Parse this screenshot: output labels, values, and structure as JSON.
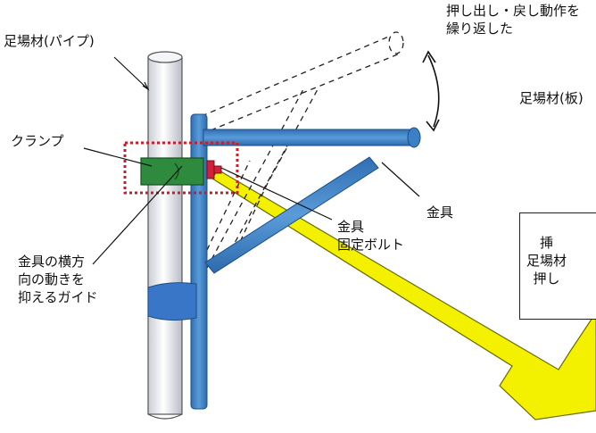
{
  "labels": {
    "action_line1": "押し出し・戻し動作を",
    "action_line2": "繰り返した",
    "pipe": "足場材(パイプ)",
    "plank": "足場材(板)",
    "clamp": "クランプ",
    "bracket": "金具",
    "bolt_line1": "金具",
    "bolt_line2": "固定ボルト",
    "guide_line1": "金具の横方",
    "guide_line2": "向の動きを",
    "guide_line3": "抑えるガイド"
  },
  "box": {
    "line1": "挿",
    "line2": "足場材",
    "line3": "押し"
  },
  "colors": {
    "pipe_fill": "#eef0f4",
    "bracket_blue": "#3b7fc4",
    "clamp_green": "#2e8b3e",
    "guide_blue": "#3a76c8",
    "bolt_red": "#d0203a",
    "highlight_red": "#c81e2a",
    "arrow_yellow": "#f3f100"
  }
}
